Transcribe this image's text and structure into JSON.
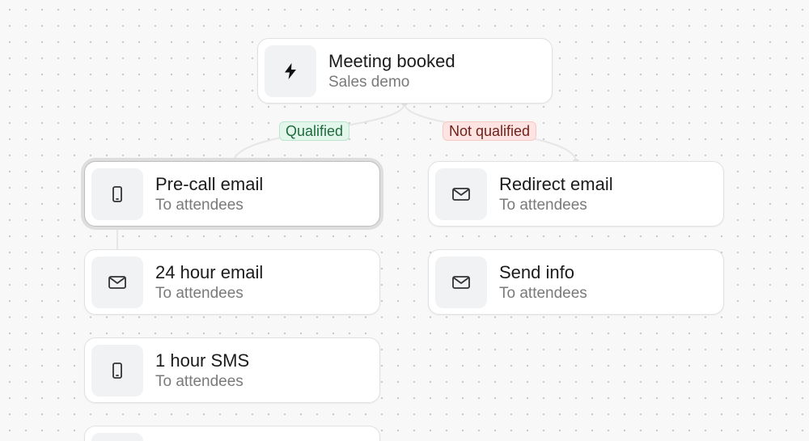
{
  "trigger": {
    "title": "Meeting booked",
    "subtitle": "Sales demo",
    "icon": "lightning-icon"
  },
  "branches": {
    "qualified": {
      "label": "Qualified",
      "color": "#1f6a3c"
    },
    "not_qualified": {
      "label": "Not qualified",
      "color": "#6e1f1a"
    }
  },
  "left_steps": [
    {
      "title": "Pre-call email",
      "subtitle": "To attendees",
      "icon": "phone-icon",
      "selected": true
    },
    {
      "title": "24 hour email",
      "subtitle": "To attendees",
      "icon": "mail-icon"
    },
    {
      "title": "1 hour SMS",
      "subtitle": "To attendees",
      "icon": "phone-icon"
    }
  ],
  "right_steps": [
    {
      "title": "Redirect email",
      "subtitle": "To attendees",
      "icon": "mail-icon"
    },
    {
      "title": "Send info",
      "subtitle": "To attendees",
      "icon": "mail-icon"
    }
  ]
}
